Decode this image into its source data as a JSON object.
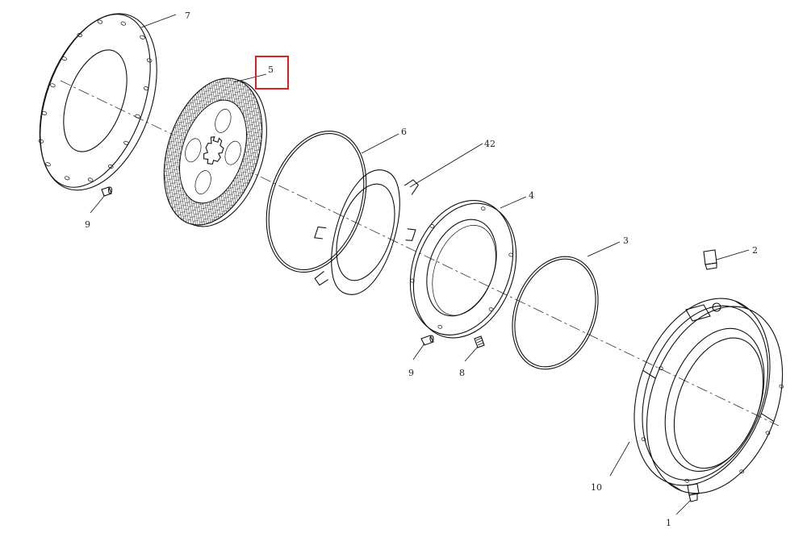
{
  "callouts": [
    {
      "id": "p7",
      "label": "7"
    },
    {
      "id": "p5",
      "label": "5"
    },
    {
      "id": "p6",
      "label": "6"
    },
    {
      "id": "p42",
      "label": "42"
    },
    {
      "id": "p4",
      "label": "4"
    },
    {
      "id": "p3",
      "label": "3"
    },
    {
      "id": "p2",
      "label": "2"
    },
    {
      "id": "p9a",
      "label": "9"
    },
    {
      "id": "p9b",
      "label": "9"
    },
    {
      "id": "p8",
      "label": "8"
    },
    {
      "id": "p10",
      "label": "10"
    },
    {
      "id": "p1",
      "label": "1"
    }
  ],
  "highlight": {
    "label": "5",
    "color": "#e02020"
  }
}
